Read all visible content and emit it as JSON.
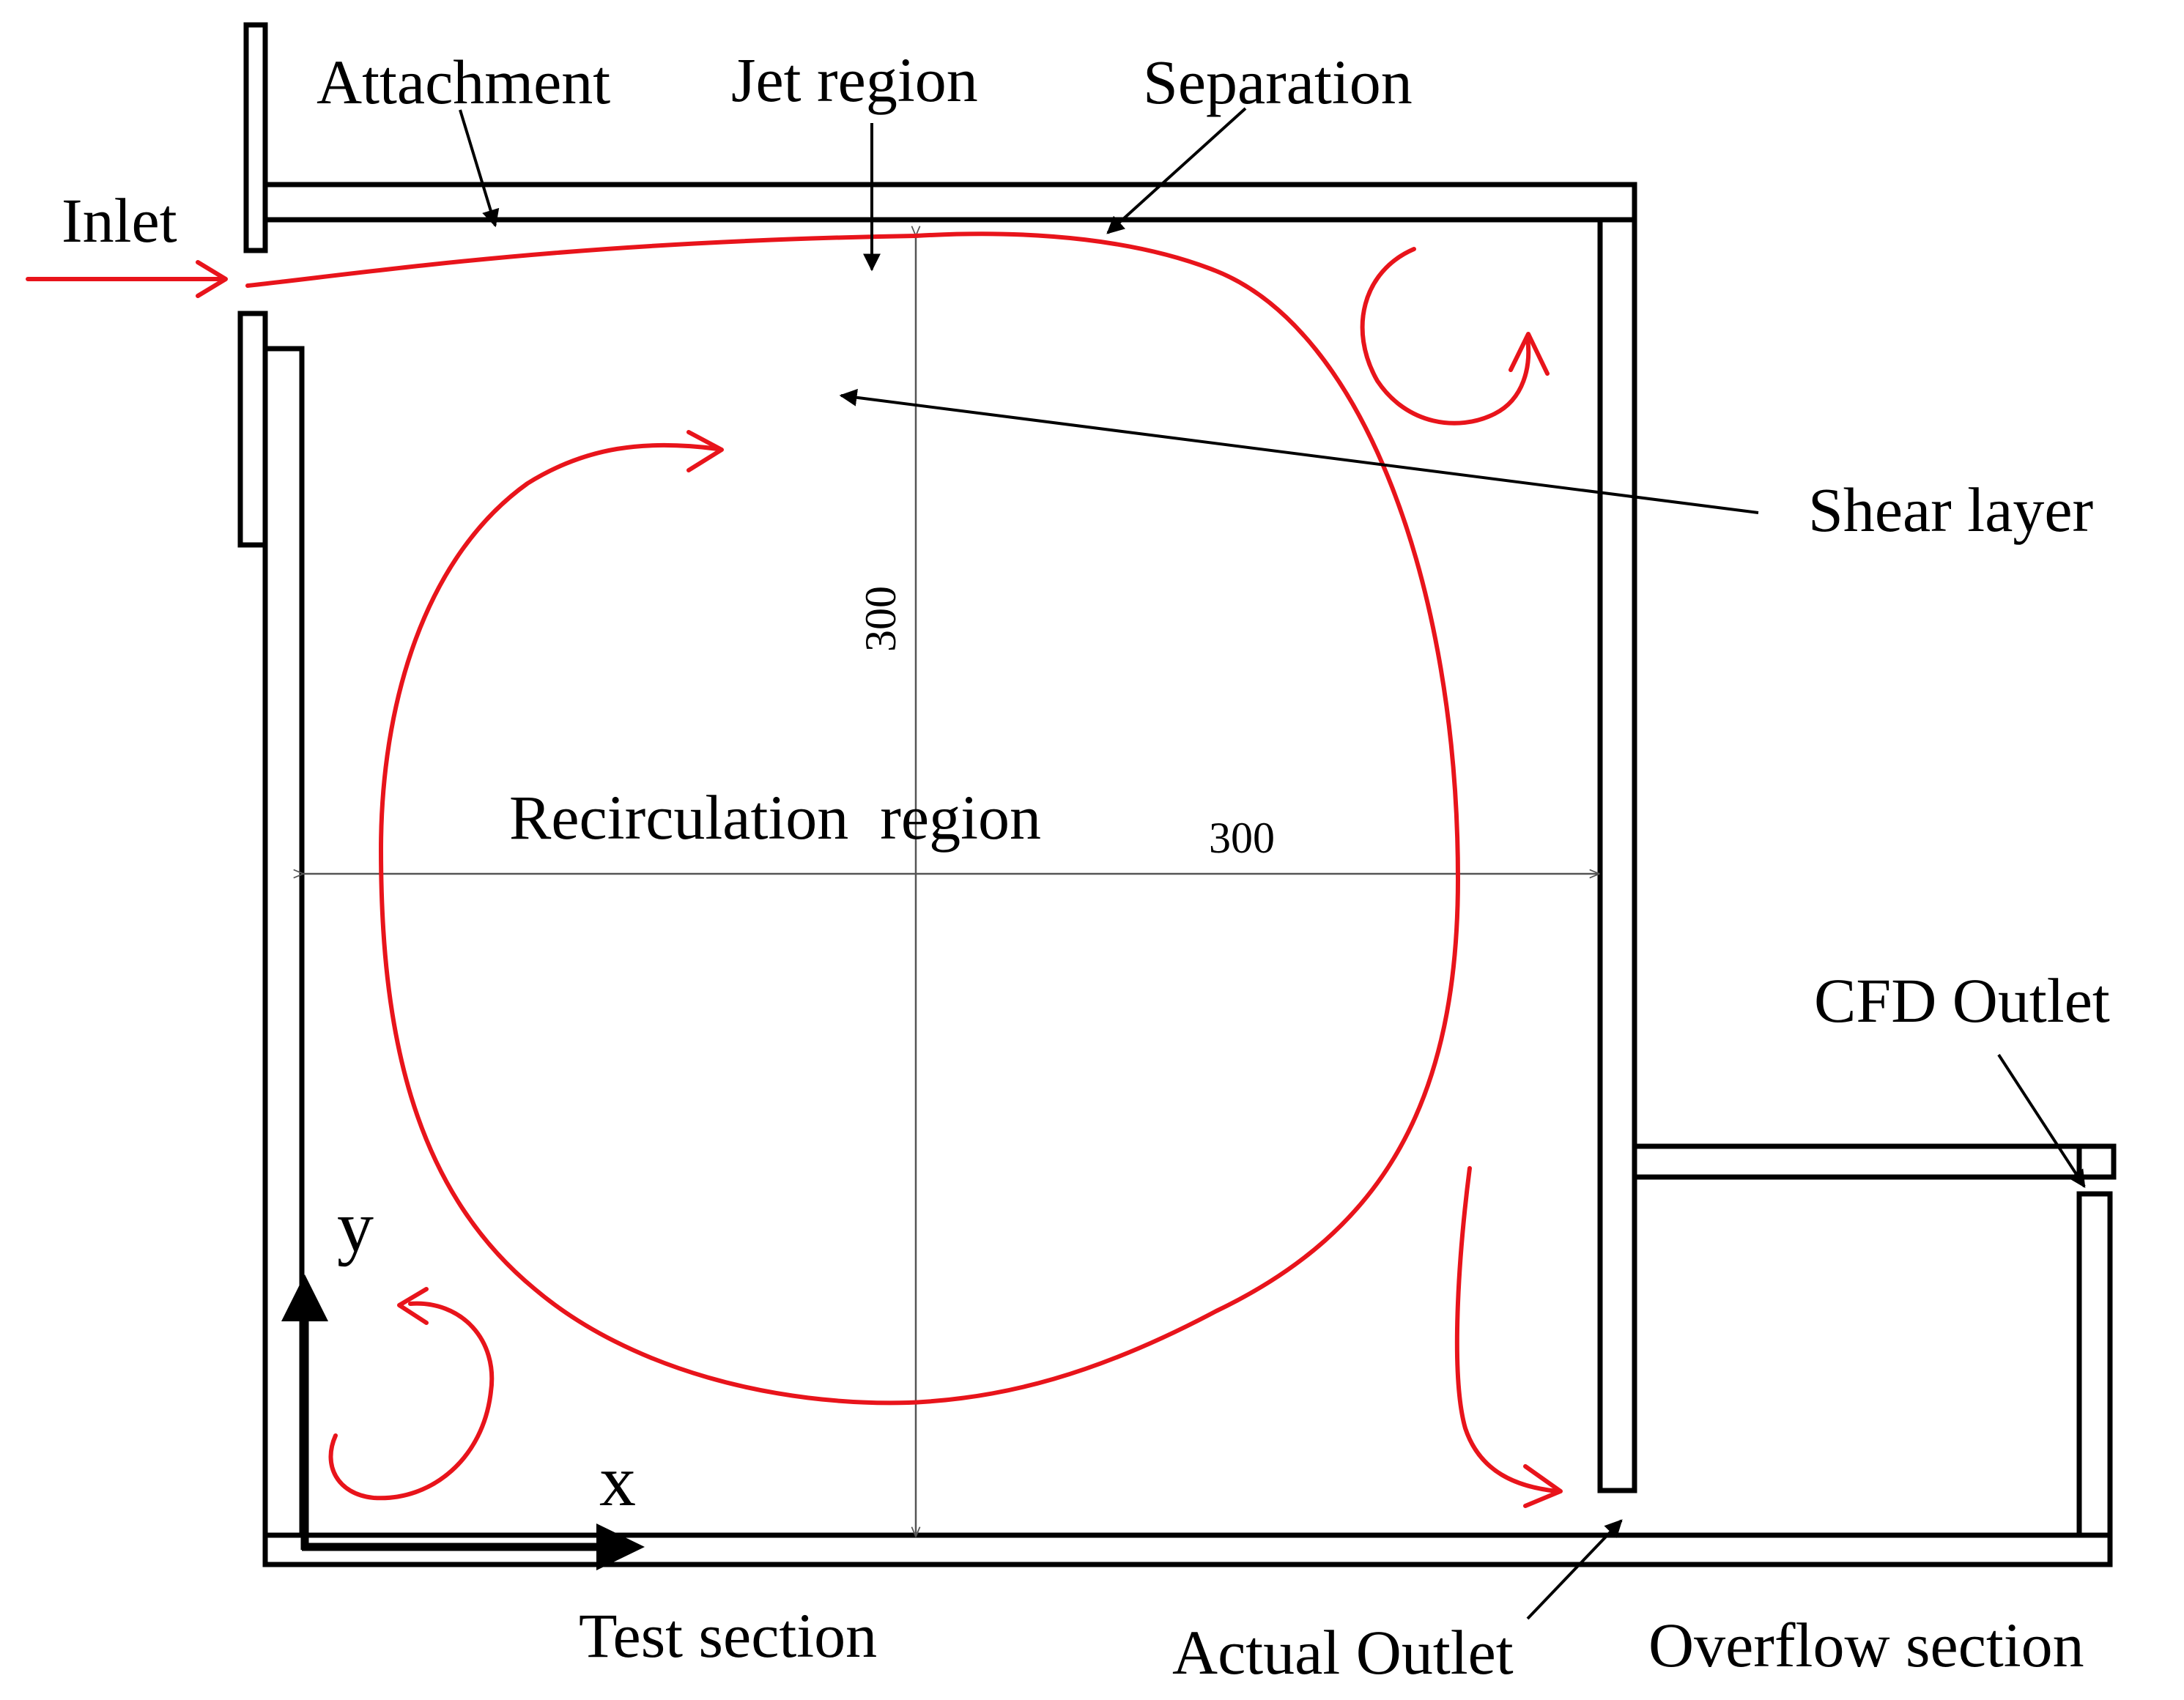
{
  "labels": {
    "attachment": "Attachment",
    "jet_region": "Jet region",
    "separation": "Separation",
    "inlet": "Inlet",
    "shear_layer": "Shear layer",
    "recirculation_region": "Recirculation  region",
    "dim_vertical": "300",
    "dim_horizontal": "300",
    "cfd_outlet": "CFD Outlet",
    "axis_y": "y",
    "axis_x": "x",
    "test_section": "Test section",
    "actual_outlet": "Actual Outlet",
    "overflow_section": "Overflow section"
  },
  "colors": {
    "flow": "#e8141b",
    "wall": "#000000",
    "dimension": "#555555"
  }
}
